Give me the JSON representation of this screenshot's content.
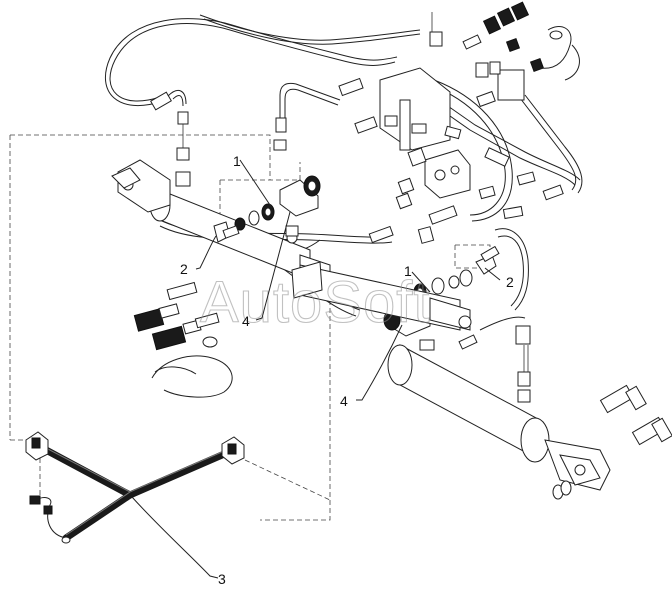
{
  "watermark": "AutoSoft",
  "callouts": {
    "c1_left": "1",
    "c1_right": "1",
    "c2_left": "2",
    "c2_right": "2",
    "c3": "3",
    "c4_mid": "4",
    "c4_low": "4"
  }
}
